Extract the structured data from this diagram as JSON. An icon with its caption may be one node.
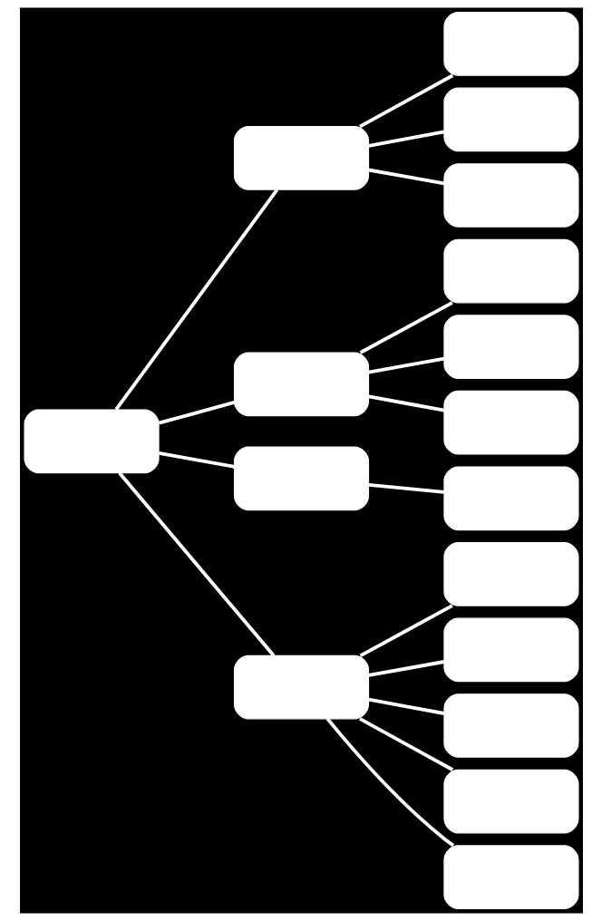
{
  "diagram": {
    "nodes": [
      {
        "text": [],
        "shape": "box"
      },
      {
        "text": [],
        "shape": "box"
      },
      {
        "text": [],
        "shape": "box"
      },
      {
        "text": [],
        "shape": "box"
      },
      {
        "text": [],
        "shape": "box"
      },
      {
        "text": [],
        "shape": "box"
      },
      {
        "text": [],
        "shape": "box"
      },
      {
        "text": [],
        "shape": "box"
      },
      {
        "text": [],
        "shape": "box"
      },
      {
        "text": [],
        "shape": "box"
      },
      {
        "text": [],
        "shape": "box"
      },
      {
        "text": [],
        "shape": "box"
      },
      {
        "text": [],
        "shape": "box"
      },
      {
        "text": [],
        "shape": "box"
      },
      {
        "text": [],
        "shape": "box"
      },
      {
        "text": [],
        "shape": "box"
      },
      {
        "text": [],
        "shape": "box"
      }
    ],
    "edges": [
      {
        "from": 0,
        "to": 1,
        "arrow": "none"
      },
      {
        "from": 1,
        "to": 2,
        "arrow": "none"
      },
      {
        "from": 1,
        "to": 3,
        "arrow": "none"
      },
      {
        "from": 1,
        "to": 4,
        "arrow": "none"
      },
      {
        "from": 0,
        "to": 5,
        "arrow": "none"
      },
      {
        "from": 5,
        "to": 6,
        "arrow": "none"
      },
      {
        "from": 5,
        "to": 7,
        "arrow": "none"
      },
      {
        "from": 5,
        "to": 8,
        "arrow": "none"
      },
      {
        "from": 0,
        "to": 9,
        "arrow": "none"
      },
      {
        "from": 9,
        "to": 10,
        "arrow": "none"
      },
      {
        "from": 0,
        "to": 11,
        "arrow": "none"
      },
      {
        "from": 11,
        "to": 12,
        "arrow": "none"
      },
      {
        "from": 11,
        "to": 13,
        "arrow": "none"
      },
      {
        "from": 11,
        "to": 14,
        "arrow": "none"
      },
      {
        "from": 11,
        "to": 15,
        "arrow": "none"
      },
      {
        "from": 11,
        "to": 16,
        "arrow": "none"
      }
    ]
  }
}
